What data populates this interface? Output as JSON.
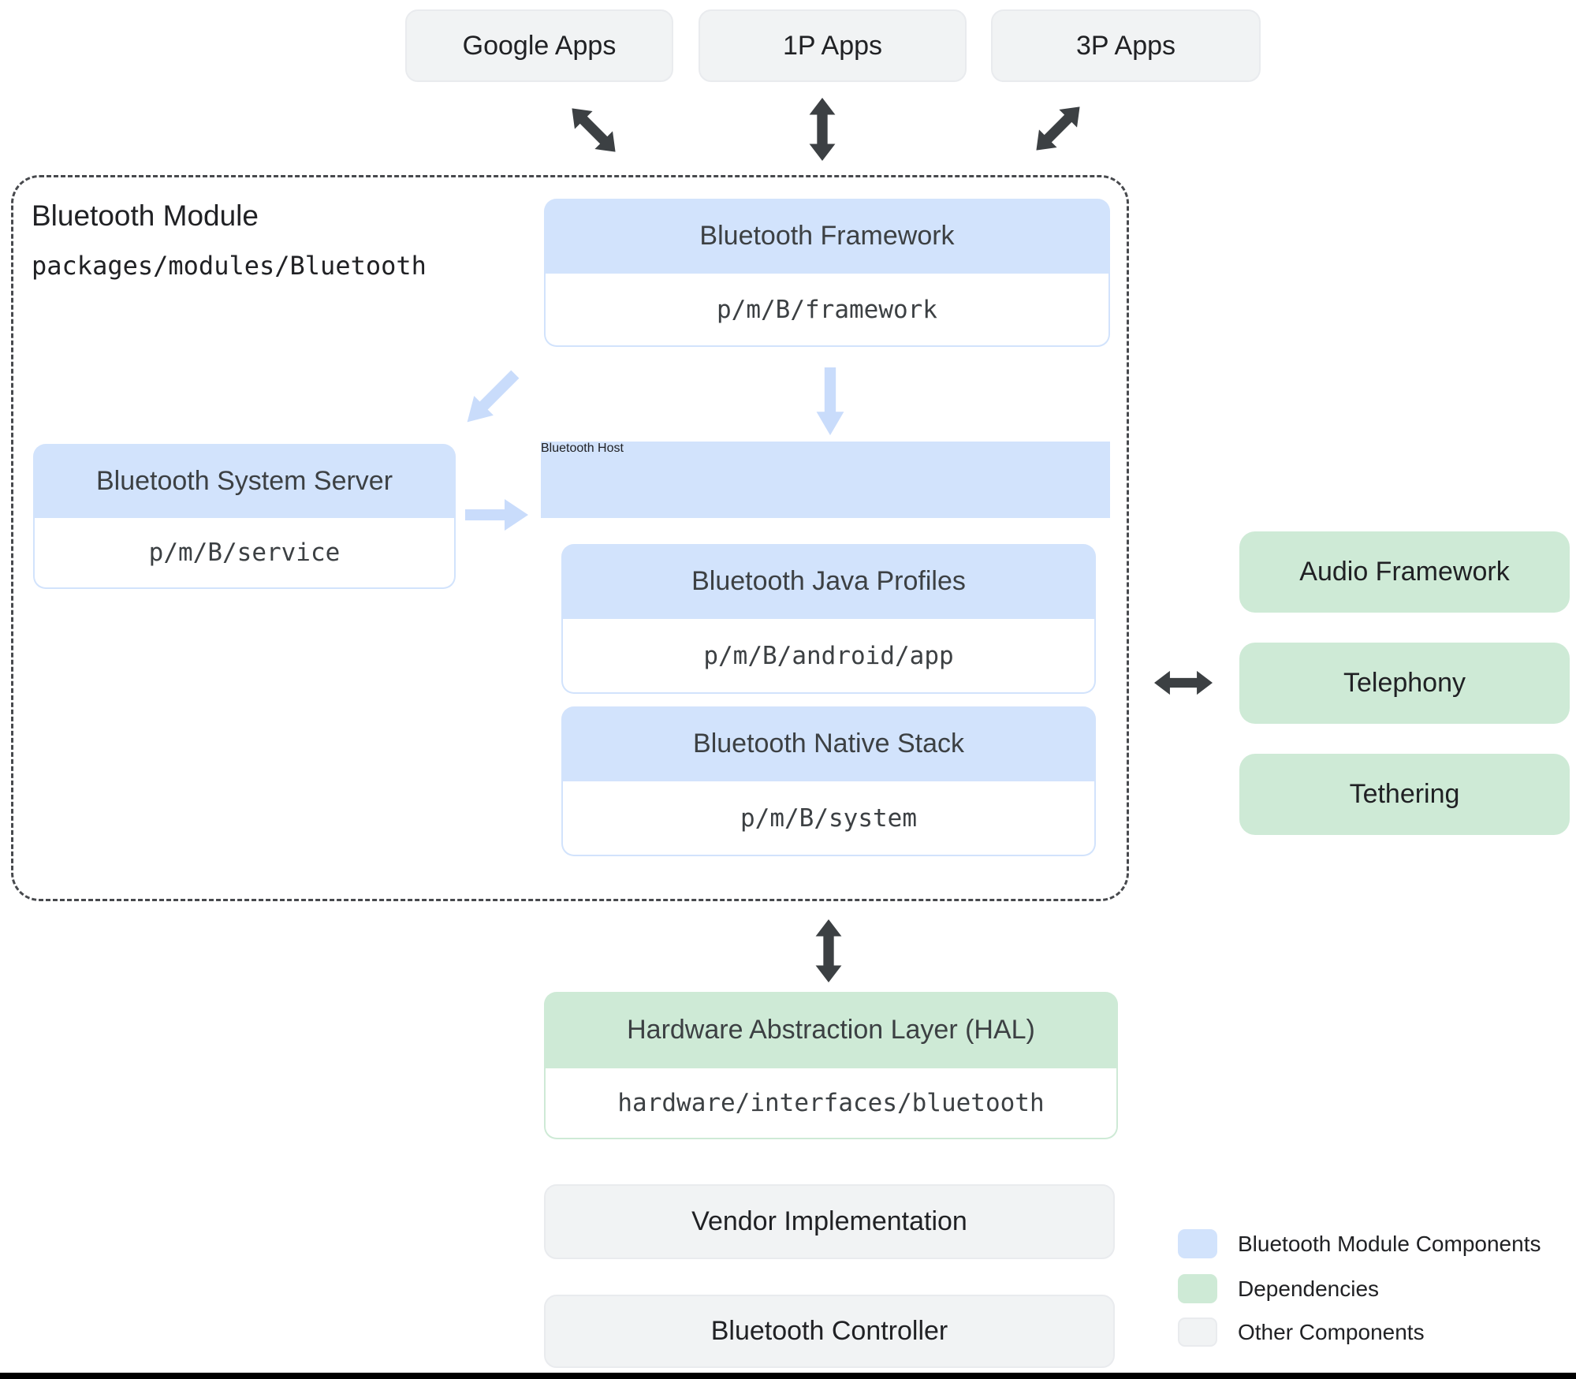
{
  "top_apps": [
    {
      "label": "Google Apps"
    },
    {
      "label": "1P Apps"
    },
    {
      "label": "3P Apps"
    }
  ],
  "module": {
    "title": "Bluetooth Module",
    "path": "packages/modules/Bluetooth",
    "framework": {
      "title": "Bluetooth Framework",
      "path": "p/m/B/framework"
    },
    "system_server": {
      "title": "Bluetooth System Server",
      "path": "p/m/B/service"
    },
    "host": {
      "title": "Bluetooth Host",
      "children": [
        {
          "title": "Bluetooth Java Profiles",
          "path": "p/m/B/android/app"
        },
        {
          "title": "Bluetooth Native Stack",
          "path": "p/m/B/system"
        }
      ]
    }
  },
  "dependencies": [
    {
      "label": "Audio Framework"
    },
    {
      "label": "Telephony"
    },
    {
      "label": "Tethering"
    }
  ],
  "hal": {
    "title": "Hardware Abstraction Layer (HAL)",
    "path": "hardware/interfaces/bluetooth"
  },
  "other_components": [
    {
      "label": "Vendor Implementation"
    },
    {
      "label": "Bluetooth Controller"
    }
  ],
  "legend": [
    {
      "label": "Bluetooth Module Components",
      "color": "#d2e3fc",
      "swatch_style": "background:#d2e3fc"
    },
    {
      "label": "Dependencies",
      "color": "#ceead6",
      "swatch_style": "background:#ceead6"
    },
    {
      "label": "Other Components",
      "color": "#f1f3f4",
      "swatch_style": "background:#f1f3f4;border:2px solid #e9ebee"
    }
  ],
  "colors": {
    "module_component_fill": "#d2e3fc",
    "dependency_fill": "#ceead6",
    "other_fill": "#f1f3f4",
    "dark_arrow": "#3c4043",
    "light_arrow": "#c9dcfb",
    "text_dark": "#3c4043",
    "text_black": "#202124"
  }
}
